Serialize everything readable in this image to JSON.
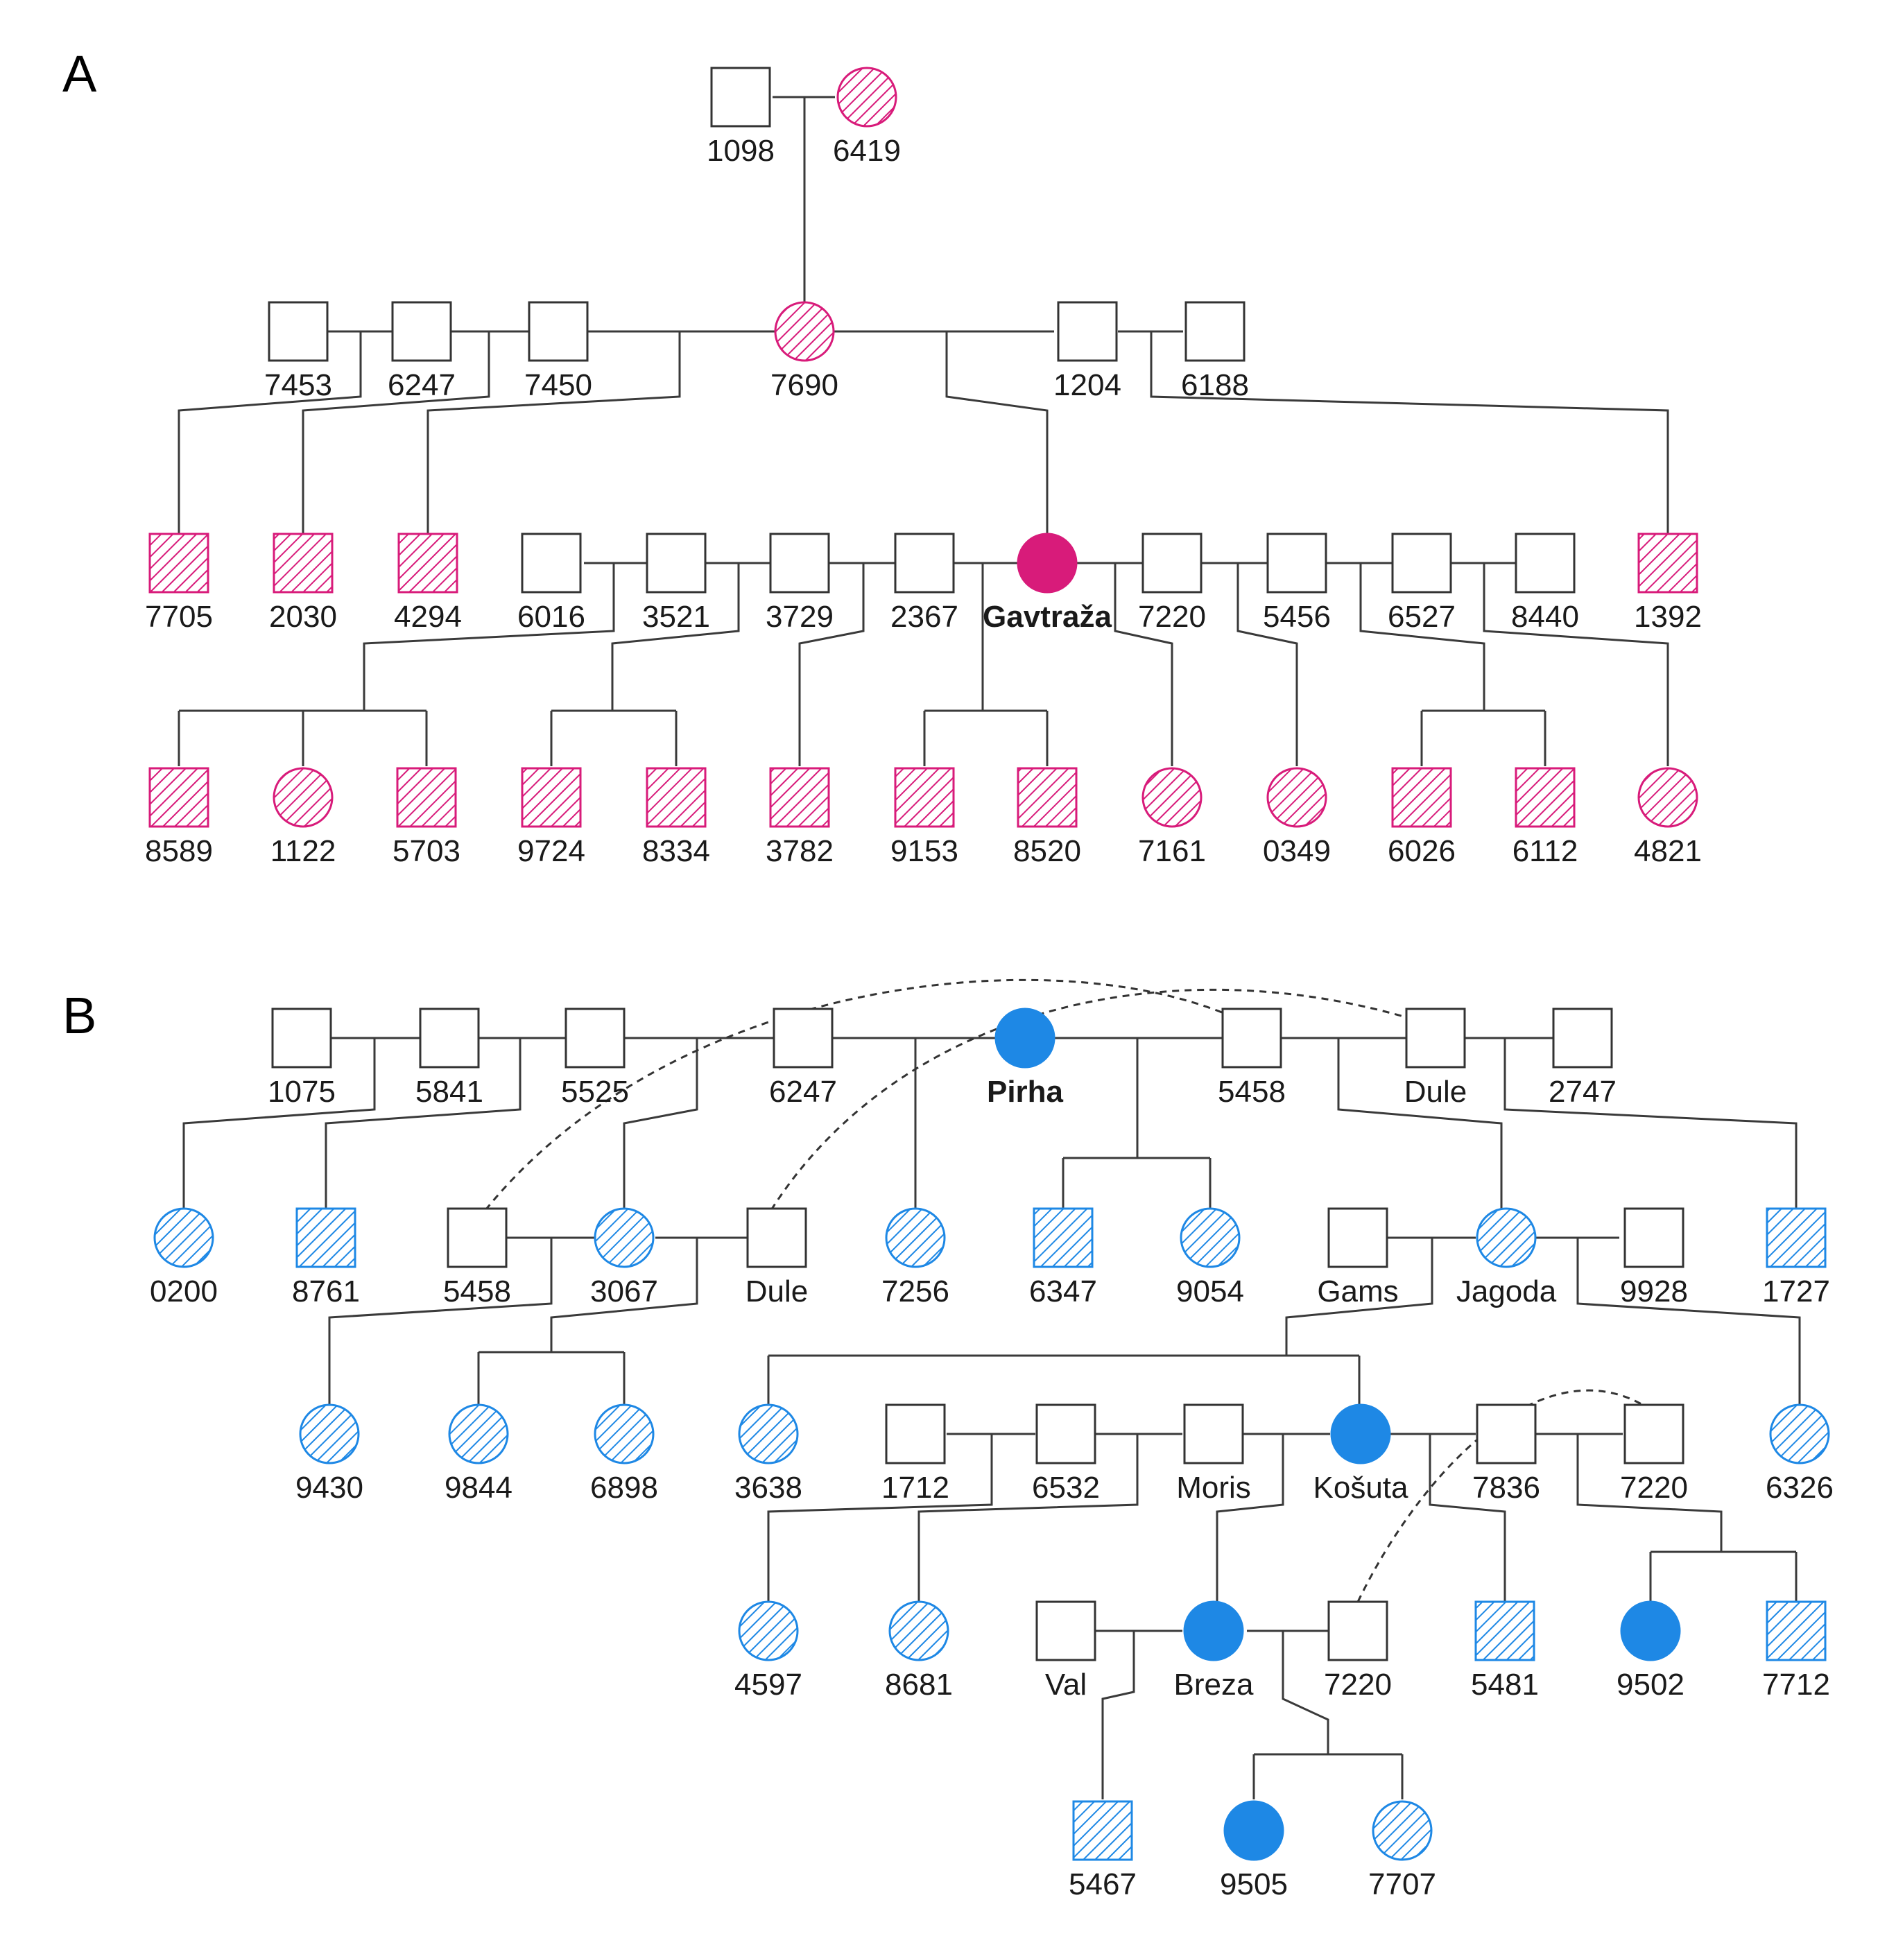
{
  "panels": {
    "a": "A",
    "b": "B"
  },
  "colors": {
    "a": "#d81b7a",
    "b": "#1e88e5",
    "line": "#3a3a3a",
    "unaffected": "#ffffff"
  },
  "legend_semantics": {
    "square": "male",
    "circle": "female",
    "hatched": "carrier / descendant",
    "solid": "affected / founder",
    "dashed": "same individual appearing twice"
  },
  "pedigree_a": {
    "proband": "Gavtraža",
    "gen1": [
      {
        "id": "1098",
        "sex": "M",
        "status": "unaffected"
      },
      {
        "id": "6419",
        "sex": "F",
        "status": "hatched"
      }
    ],
    "gen2": [
      {
        "id": "7453",
        "sex": "M",
        "status": "unaffected"
      },
      {
        "id": "6247",
        "sex": "M",
        "status": "unaffected"
      },
      {
        "id": "7450",
        "sex": "M",
        "status": "unaffected"
      },
      {
        "id": "7690",
        "sex": "F",
        "status": "hatched"
      },
      {
        "id": "1204",
        "sex": "M",
        "status": "unaffected"
      },
      {
        "id": "6188",
        "sex": "M",
        "status": "unaffected"
      }
    ],
    "gen3": [
      {
        "id": "7705",
        "sex": "M",
        "status": "hatched"
      },
      {
        "id": "2030",
        "sex": "M",
        "status": "hatched"
      },
      {
        "id": "4294",
        "sex": "M",
        "status": "hatched"
      },
      {
        "id": "6016",
        "sex": "M",
        "status": "unaffected"
      },
      {
        "id": "3521",
        "sex": "M",
        "status": "unaffected"
      },
      {
        "id": "3729",
        "sex": "M",
        "status": "unaffected"
      },
      {
        "id": "2367",
        "sex": "M",
        "status": "unaffected"
      },
      {
        "id": "Gavtraža",
        "sex": "F",
        "status": "solid"
      },
      {
        "id": "7220",
        "sex": "M",
        "status": "unaffected"
      },
      {
        "id": "5456",
        "sex": "M",
        "status": "unaffected"
      },
      {
        "id": "6527",
        "sex": "M",
        "status": "unaffected"
      },
      {
        "id": "8440",
        "sex": "M",
        "status": "unaffected"
      },
      {
        "id": "1392",
        "sex": "M",
        "status": "hatched"
      }
    ],
    "gen4": [
      {
        "id": "8589",
        "sex": "M",
        "status": "hatched"
      },
      {
        "id": "1122",
        "sex": "F",
        "status": "hatched"
      },
      {
        "id": "5703",
        "sex": "M",
        "status": "hatched"
      },
      {
        "id": "9724",
        "sex": "M",
        "status": "hatched"
      },
      {
        "id": "8334",
        "sex": "M",
        "status": "hatched"
      },
      {
        "id": "3782",
        "sex": "M",
        "status": "hatched"
      },
      {
        "id": "9153",
        "sex": "M",
        "status": "hatched"
      },
      {
        "id": "8520",
        "sex": "M",
        "status": "hatched"
      },
      {
        "id": "7161",
        "sex": "F",
        "status": "hatched"
      },
      {
        "id": "0349",
        "sex": "F",
        "status": "hatched"
      },
      {
        "id": "6026",
        "sex": "M",
        "status": "hatched"
      },
      {
        "id": "6112",
        "sex": "M",
        "status": "hatched"
      },
      {
        "id": "4821",
        "sex": "F",
        "status": "hatched"
      }
    ]
  },
  "pedigree_b": {
    "proband": "Pirha",
    "row1": [
      {
        "id": "1075",
        "sex": "M",
        "status": "unaffected"
      },
      {
        "id": "5841",
        "sex": "M",
        "status": "unaffected"
      },
      {
        "id": "5525",
        "sex": "M",
        "status": "unaffected"
      },
      {
        "id": "6247",
        "sex": "M",
        "status": "unaffected"
      },
      {
        "id": "Pirha",
        "sex": "F",
        "status": "solid"
      },
      {
        "id": "5458",
        "sex": "M",
        "status": "unaffected"
      },
      {
        "id": "Dule",
        "sex": "M",
        "status": "unaffected"
      },
      {
        "id": "2747",
        "sex": "M",
        "status": "unaffected"
      }
    ],
    "row2": [
      {
        "id": "0200",
        "sex": "F",
        "status": "hatched"
      },
      {
        "id": "8761",
        "sex": "M",
        "status": "hatched"
      },
      {
        "id": "5458",
        "sex": "M",
        "status": "unaffected"
      },
      {
        "id": "3067",
        "sex": "F",
        "status": "hatched"
      },
      {
        "id": "Dule",
        "sex": "M",
        "status": "unaffected"
      },
      {
        "id": "7256",
        "sex": "F",
        "status": "hatched"
      },
      {
        "id": "6347",
        "sex": "M",
        "status": "hatched"
      },
      {
        "id": "9054",
        "sex": "F",
        "status": "hatched"
      },
      {
        "id": "Gams",
        "sex": "M",
        "status": "unaffected"
      },
      {
        "id": "Jagoda",
        "sex": "F",
        "status": "hatched"
      },
      {
        "id": "9928",
        "sex": "M",
        "status": "unaffected"
      },
      {
        "id": "1727",
        "sex": "M",
        "status": "hatched"
      }
    ],
    "row3": [
      {
        "id": "9430",
        "sex": "F",
        "status": "hatched"
      },
      {
        "id": "9844",
        "sex": "F",
        "status": "hatched"
      },
      {
        "id": "6898",
        "sex": "F",
        "status": "hatched"
      },
      {
        "id": "3638",
        "sex": "F",
        "status": "hatched"
      },
      {
        "id": "1712",
        "sex": "M",
        "status": "unaffected"
      },
      {
        "id": "6532",
        "sex": "M",
        "status": "unaffected"
      },
      {
        "id": "Moris",
        "sex": "M",
        "status": "unaffected"
      },
      {
        "id": "Košuta",
        "sex": "F",
        "status": "solid"
      },
      {
        "id": "7836",
        "sex": "M",
        "status": "unaffected"
      },
      {
        "id": "7220",
        "sex": "M",
        "status": "unaffected"
      },
      {
        "id": "6326",
        "sex": "F",
        "status": "hatched"
      }
    ],
    "row4": [
      {
        "id": "4597",
        "sex": "F",
        "status": "hatched"
      },
      {
        "id": "8681",
        "sex": "F",
        "status": "hatched"
      },
      {
        "id": "Val",
        "sex": "M",
        "status": "unaffected"
      },
      {
        "id": "Breza",
        "sex": "F",
        "status": "solid"
      },
      {
        "id": "7220",
        "sex": "M",
        "status": "unaffected"
      },
      {
        "id": "5481",
        "sex": "M",
        "status": "hatched"
      },
      {
        "id": "9502",
        "sex": "F",
        "status": "solid"
      },
      {
        "id": "7712",
        "sex": "M",
        "status": "hatched"
      }
    ],
    "row5": [
      {
        "id": "5467",
        "sex": "M",
        "status": "hatched"
      },
      {
        "id": "9505",
        "sex": "F",
        "status": "solid"
      },
      {
        "id": "7707",
        "sex": "F",
        "status": "hatched"
      }
    ]
  }
}
